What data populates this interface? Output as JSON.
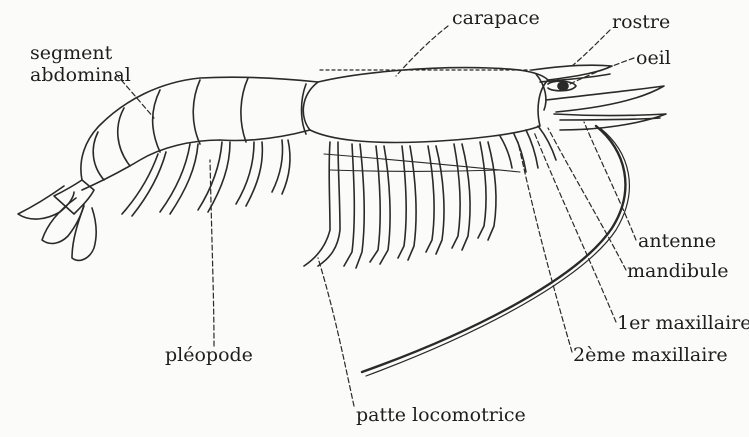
{
  "figure": {
    "labels": {
      "segment_abdominal": [
        "segment",
        "abdominal"
      ],
      "carapace": "carapace",
      "rostre": "rostre",
      "oeil": "oeil",
      "antenne": "antenne",
      "mandibule": "mandibule",
      "premier_maxillaire": "1er maxillaire",
      "deuxieme_maxillaire": "2ème maxillaire",
      "pleopode": "pléopode",
      "patte_locomotrice": "patte locomotrice"
    }
  },
  "colors": {
    "ink": "#2a2a2a",
    "background": "#fbfbfa"
  }
}
